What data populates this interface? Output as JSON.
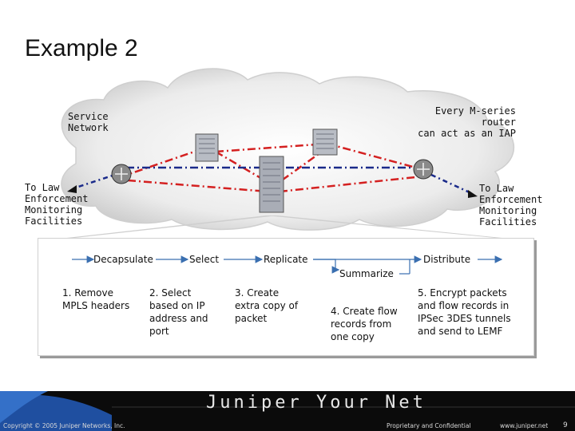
{
  "slide": {
    "title": "Example 2",
    "page_number": "9"
  },
  "diagram": {
    "service_network": [
      "Service",
      "Network"
    ],
    "iap_note": [
      "Every M-series router",
      "can act as an IAP"
    ],
    "law_left": [
      "To Law",
      "Enforcement",
      "Monitoring",
      "Facilities"
    ],
    "law_right": [
      "To Law",
      "Enforcement",
      "Monitoring",
      "Facilities"
    ]
  },
  "process": {
    "stages": {
      "decapsulate": "Decapsulate",
      "select": "Select",
      "replicate": "Replicate",
      "summarize": "Summarize",
      "distribute": "Distribute"
    },
    "steps": {
      "s1": "1. Remove\nMPLS headers",
      "s2": "2. Select\nbased on IP\naddress and\nport",
      "s3": "3. Create\nextra copy of\npacket",
      "s4": "4. Create flow\nrecords from\none copy",
      "s5": "5. Encrypt packets\nand flow records in\nIPSec 3DES tunnels\nand send to LEMF"
    }
  },
  "footer": {
    "brand": "Juniper Your Net",
    "copyright": "Copyright © 2005 Juniper Networks, Inc.",
    "confidential": "Proprietary and Confidential",
    "website": "www.juniper.net"
  },
  "colors": {
    "red_link": "#d42020",
    "blue_link": "#1a2a8a",
    "cloud": "#e6e6e6",
    "footer_bg": "#0b0b0b"
  }
}
